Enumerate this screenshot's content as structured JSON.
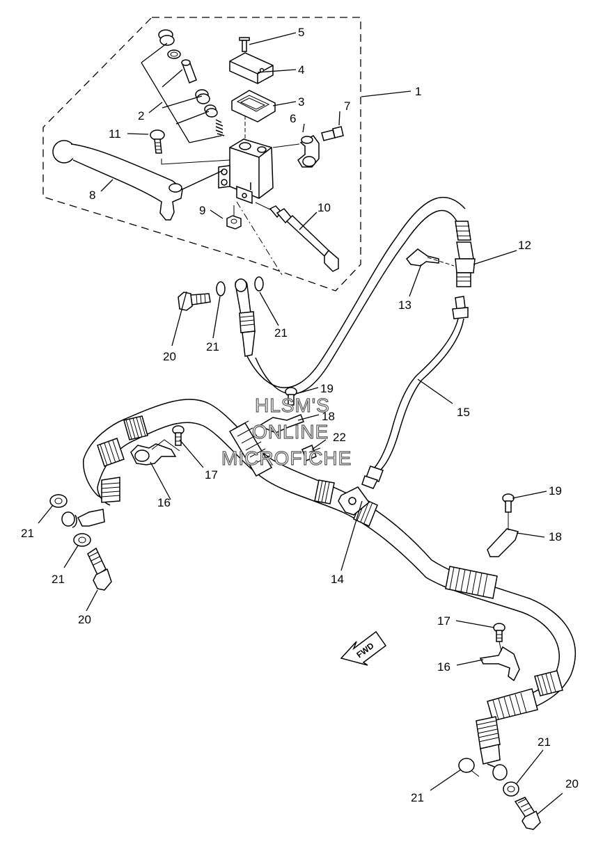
{
  "callouts": [
    "1",
    "2",
    "3",
    "4",
    "5",
    "6",
    "7",
    "8",
    "9",
    "10",
    "11",
    "12",
    "13",
    "14",
    "15",
    "16",
    "17",
    "18",
    "19",
    "20",
    "21",
    "22"
  ],
  "repeat_labels": {
    "l16b": "16",
    "l17b": "17",
    "l18b": "18",
    "l19b": "19",
    "l20b": "20",
    "l20c": "20",
    "l21b": "21",
    "l21c": "21",
    "l21d": "21",
    "l21e": "21",
    "l21f": "21"
  },
  "fwd_label": "FWD",
  "watermark": [
    "HLSM'S",
    "ONLINE",
    "MICROFICHE"
  ]
}
